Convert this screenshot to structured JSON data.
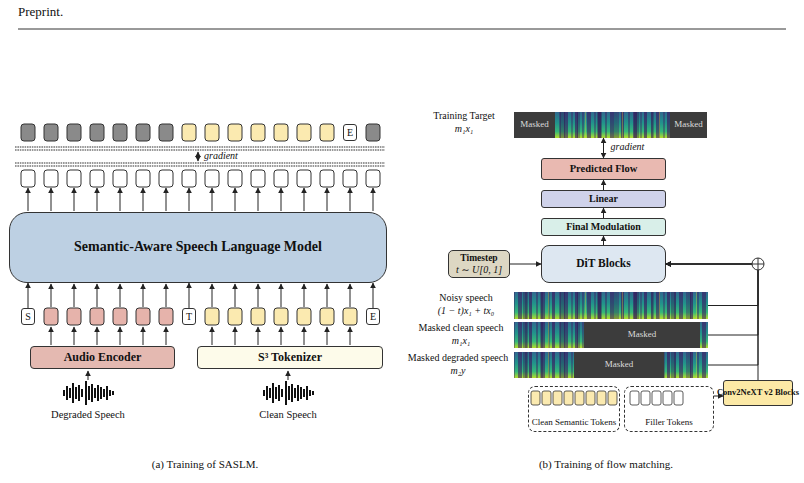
{
  "diagram": {
    "nodes": [
      {
        "text": [
          "E"
        ]
      },
      {
        "text": [
          "Semantic-Aware Speech Language Model"
        ]
      },
      {
        "text": [
          "S"
        ]
      },
      {
        "text": [
          "T"
        ]
      },
      {
        "text": [
          "E"
        ]
      },
      {
        "text": [
          "Audio Encoder"
        ]
      },
      {
        "text": [
          "S³ Tokenizer"
        ]
      },
      {
        "text": [
          "Training Target",
          "m₁x₁",
          "Masked",
          "Masked"
        ]
      },
      {
        "text": [
          "Predicted Flow"
        ]
      },
      {
        "text": [
          "Linear"
        ]
      },
      {
        "text": [
          "Final Modulation"
        ]
      },
      {
        "text": [
          "Timestep",
          "t ∼ U[0, 1]"
        ]
      },
      {
        "text": [
          "DiT Blocks"
        ]
      },
      {
        "text": [
          "Noisy speech",
          "(1 − t)x₁ + tx₀"
        ]
      },
      {
        "text": [
          "Masked clean speech",
          "m₁x₁",
          "Masked"
        ]
      },
      {
        "text": [
          "Masked degraded speech",
          "m₂y",
          "Masked"
        ]
      },
      {
        "text": [
          "Clean Semantic Tokens"
        ]
      },
      {
        "text": [
          "Filler Tokens"
        ]
      },
      {
        "text": [
          "Conv2NeXT v2 Blocks"
        ]
      }
    ],
    "edges": [
      {
        "from": 2,
        "to": 1,
        "arrow": "to"
      },
      {
        "from": 3,
        "to": 1,
        "arrow": "to"
      },
      {
        "from": 4,
        "to": 1,
        "arrow": "to"
      },
      {
        "from": 8,
        "to": 7,
        "label": "gradient",
        "arrow": "both"
      },
      {
        "from": 9,
        "to": 8,
        "arrow": "to"
      },
      {
        "from": 10,
        "to": 9,
        "arrow": "to"
      },
      {
        "from": 12,
        "to": 10,
        "arrow": "to"
      },
      {
        "from": 11,
        "to": 12,
        "arrow": "to"
      },
      {
        "from": 13,
        "to": 12,
        "arrow": "to"
      },
      {
        "from": 14,
        "to": 12,
        "arrow": "to"
      },
      {
        "from": 15,
        "to": 12,
        "arrow": "to"
      },
      {
        "from": 18,
        "to": 12,
        "arrow": "to"
      },
      {
        "from": 17,
        "to": 18,
        "arrow": "to"
      }
    ],
    "labels": [
      "Preprint.",
      "gradient",
      "Degraded Speech",
      "Clean Speech",
      "(a) Training of SASLM.",
      "(b) Training of flow matching."
    ]
  }
}
